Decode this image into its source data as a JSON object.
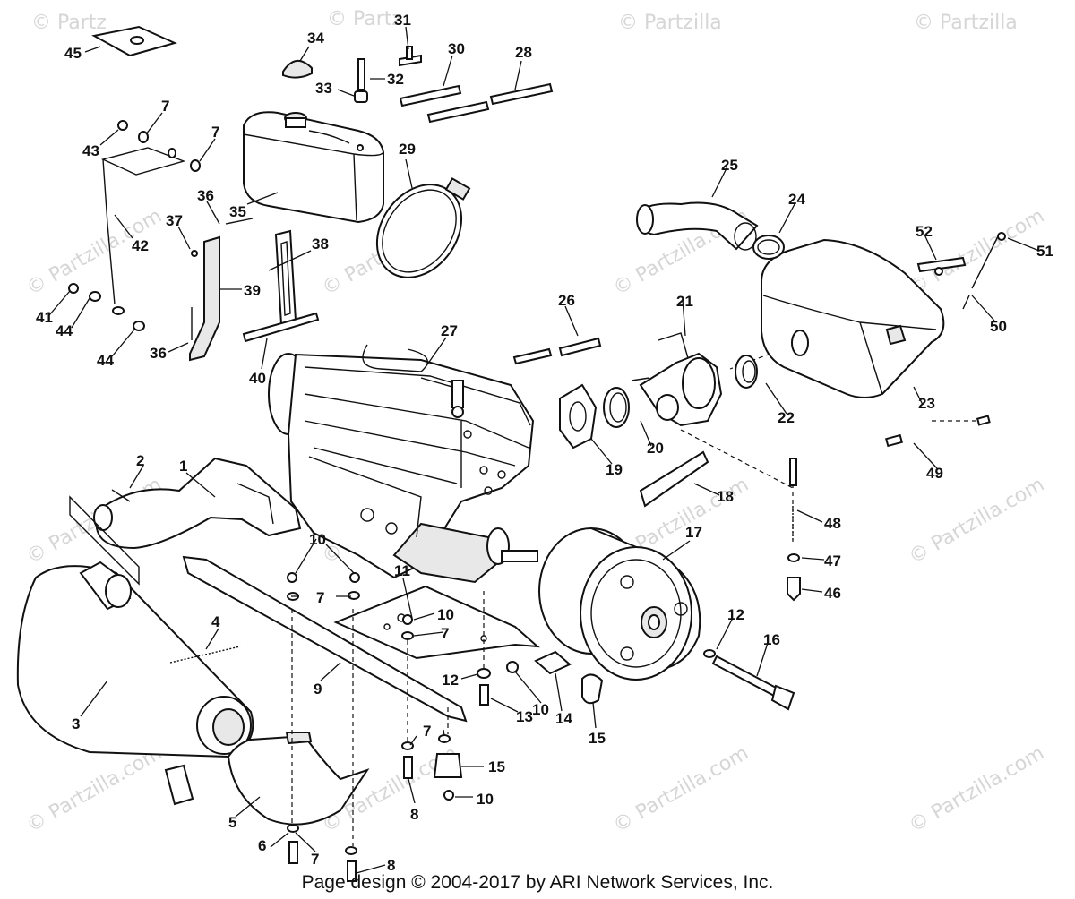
{
  "watermark": {
    "text": "© Partzilla.com",
    "short": "© Partz",
    "mid": "© Partzilla"
  },
  "footer": {
    "credit": "Page design © 2004-2017 by ARI Network Services, Inc."
  },
  "callouts": {
    "c1": "1",
    "c2": "2",
    "c3": "3",
    "c4": "4",
    "c5": "5",
    "c6": "6",
    "c7a": "7",
    "c7b": "7",
    "c7c": "7",
    "c7d": "7",
    "c7e": "7",
    "c7f": "7",
    "c8a": "8",
    "c8b": "8",
    "c9": "9",
    "c10a": "10",
    "c10b": "10",
    "c10c": "10",
    "c10d": "10",
    "c11": "11",
    "c12a": "12",
    "c12b": "12",
    "c13": "13",
    "c14": "14",
    "c15a": "15",
    "c15b": "15",
    "c16": "16",
    "c17": "17",
    "c18": "18",
    "c19": "19",
    "c20": "20",
    "c21": "21",
    "c22": "22",
    "c23": "23",
    "c24": "24",
    "c25": "25",
    "c26": "26",
    "c27": "27",
    "c28": "28",
    "c29": "29",
    "c30": "30",
    "c31": "31",
    "c32": "32",
    "c33": "33",
    "c34": "34",
    "c35": "35",
    "c36a": "36",
    "c36b": "36",
    "c37": "37",
    "c38": "38",
    "c39": "39",
    "c40": "40",
    "c41": "41",
    "c42": "42",
    "c43": "43",
    "c44a": "44",
    "c44b": "44",
    "c45": "45",
    "c46": "46",
    "c47": "47",
    "c48": "48",
    "c49": "49",
    "c50": "50",
    "c51": "51",
    "c52": "52"
  }
}
